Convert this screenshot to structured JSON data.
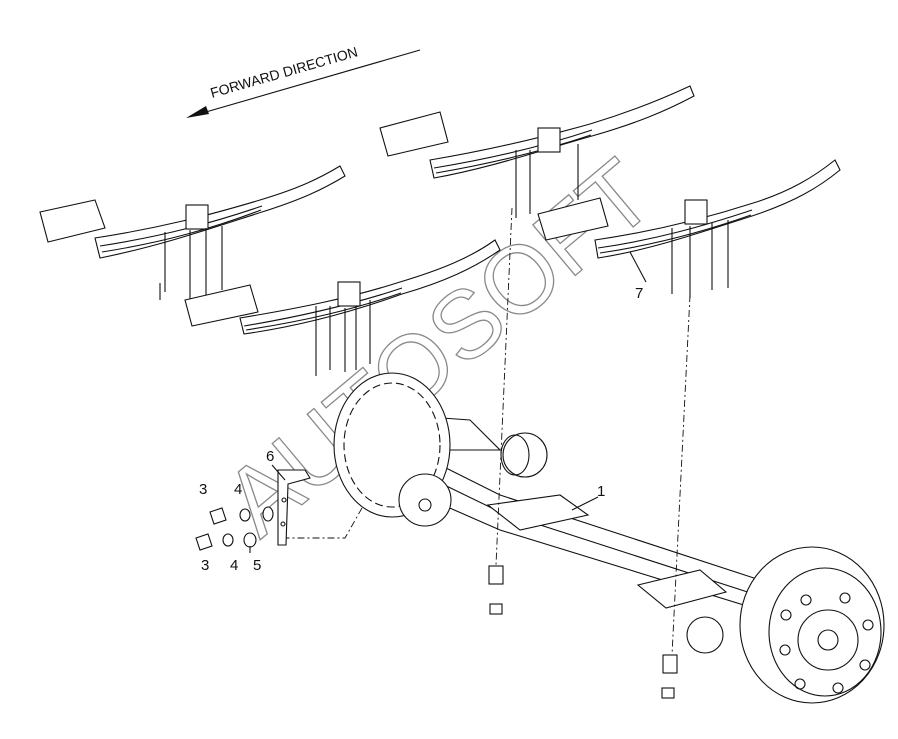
{
  "direction_label": "FORWARD DIRECTION",
  "watermark": "AUTOSOFT",
  "callouts": [
    {
      "id": "1",
      "text": "1"
    },
    {
      "id": "3a",
      "text": "3"
    },
    {
      "id": "3b",
      "text": "3"
    },
    {
      "id": "4a",
      "text": "4"
    },
    {
      "id": "4b",
      "text": "4"
    },
    {
      "id": "5",
      "text": "5"
    },
    {
      "id": "6",
      "text": "6"
    },
    {
      "id": "7",
      "text": "7"
    }
  ]
}
